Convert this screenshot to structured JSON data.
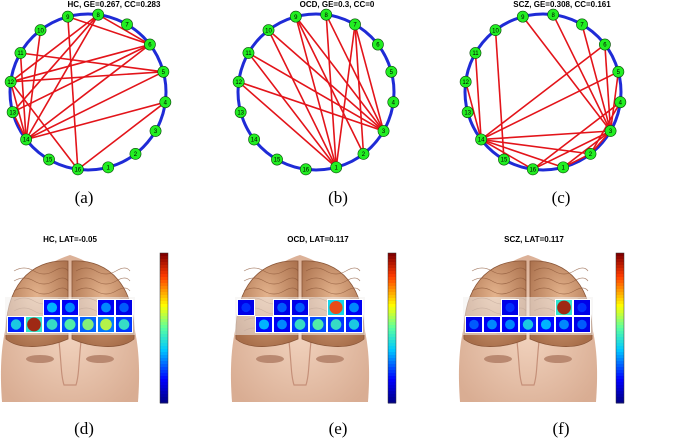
{
  "networks": [
    {
      "id": "a",
      "title": "HC, GE=0.267, CC=0.283",
      "caption": "(a)",
      "edges": [
        [
          6,
          12
        ],
        [
          6,
          13
        ],
        [
          6,
          14
        ],
        [
          6,
          8
        ],
        [
          6,
          9
        ],
        [
          5,
          11
        ],
        [
          5,
          12
        ],
        [
          5,
          14
        ],
        [
          4,
          14
        ],
        [
          4,
          16
        ],
        [
          8,
          13
        ],
        [
          8,
          14
        ],
        [
          8,
          12
        ],
        [
          9,
          16
        ],
        [
          10,
          14
        ],
        [
          11,
          14
        ],
        [
          12,
          14
        ],
        [
          13,
          14
        ],
        [
          12,
          16
        ]
      ]
    },
    {
      "id": "b",
      "title": "OCD, GE=0.3, CC=0",
      "caption": "(b)",
      "edges": [
        [
          7,
          3
        ],
        [
          8,
          3
        ],
        [
          9,
          3
        ],
        [
          10,
          3
        ],
        [
          11,
          3
        ],
        [
          12,
          3
        ],
        [
          7,
          1
        ],
        [
          8,
          1
        ],
        [
          9,
          1
        ],
        [
          10,
          1
        ],
        [
          11,
          1
        ],
        [
          12,
          1
        ],
        [
          7,
          2
        ],
        [
          9,
          2
        ]
      ]
    },
    {
      "id": "c",
      "title": "SCZ, GE=0.308, CC=0.161",
      "caption": "(c)",
      "edges": [
        [
          6,
          3
        ],
        [
          5,
          3
        ],
        [
          7,
          3
        ],
        [
          8,
          3
        ],
        [
          9,
          3
        ],
        [
          6,
          14
        ],
        [
          5,
          14
        ],
        [
          4,
          16
        ],
        [
          3,
          2
        ],
        [
          3,
          1
        ],
        [
          3,
          16
        ],
        [
          2,
          1
        ],
        [
          1,
          14
        ],
        [
          2,
          14
        ],
        [
          16,
          14
        ],
        [
          10,
          15
        ],
        [
          11,
          14
        ],
        [
          12,
          14
        ],
        [
          3,
          14
        ],
        [
          4,
          2
        ]
      ]
    }
  ],
  "topomaps": [
    {
      "id": "d",
      "title": "HC, LAT=-0.05",
      "caption": "(d)",
      "cells": [
        {
          "row": 0,
          "col": 2,
          "value": 0.35
        },
        {
          "row": 0,
          "col": 3,
          "value": 0.3
        },
        {
          "row": 0,
          "col": 5,
          "value": 0.3
        },
        {
          "row": 0,
          "col": 6,
          "value": 0.25
        },
        {
          "row": 1,
          "col": 0,
          "value": 0.4
        },
        {
          "row": 1,
          "col": 1,
          "value": 0.95
        },
        {
          "row": 1,
          "col": 2,
          "value": 0.45
        },
        {
          "row": 1,
          "col": 3,
          "value": 0.5
        },
        {
          "row": 1,
          "col": 4,
          "value": 0.55
        },
        {
          "row": 1,
          "col": 5,
          "value": 0.6
        },
        {
          "row": 1,
          "col": 6,
          "value": 0.45
        }
      ]
    },
    {
      "id": "e",
      "title": "OCD, LAT=0.117",
      "caption": "(e)",
      "cells": [
        {
          "row": 0,
          "col": 0,
          "value": 0.2
        },
        {
          "row": 0,
          "col": 2,
          "value": 0.25
        },
        {
          "row": 0,
          "col": 3,
          "value": 0.25
        },
        {
          "row": 0,
          "col": 5,
          "value": 0.85
        },
        {
          "row": 0,
          "col": 6,
          "value": 0.3
        },
        {
          "row": 1,
          "col": 1,
          "value": 0.35
        },
        {
          "row": 1,
          "col": 2,
          "value": 0.3
        },
        {
          "row": 1,
          "col": 3,
          "value": 0.45
        },
        {
          "row": 1,
          "col": 4,
          "value": 0.5
        },
        {
          "row": 1,
          "col": 5,
          "value": 0.45
        },
        {
          "row": 1,
          "col": 6,
          "value": 0.4
        }
      ]
    },
    {
      "id": "f",
      "title": "SCZ, LAT=0.117",
      "caption": "(f)",
      "cells": [
        {
          "row": 0,
          "col": 2,
          "value": 0.2
        },
        {
          "row": 0,
          "col": 5,
          "value": 0.95
        },
        {
          "row": 0,
          "col": 6,
          "value": 0.2
        },
        {
          "row": 1,
          "col": 0,
          "value": 0.25
        },
        {
          "row": 1,
          "col": 1,
          "value": 0.3
        },
        {
          "row": 1,
          "col": 2,
          "value": 0.3
        },
        {
          "row": 1,
          "col": 3,
          "value": 0.4
        },
        {
          "row": 1,
          "col": 4,
          "value": 0.35
        },
        {
          "row": 1,
          "col": 5,
          "value": 0.3
        },
        {
          "row": 1,
          "col": 6,
          "value": 0.25
        }
      ]
    }
  ],
  "colors": {
    "circle": "#1f2bd6",
    "node_fill": "#22ee22",
    "edge": "#e3141a"
  }
}
